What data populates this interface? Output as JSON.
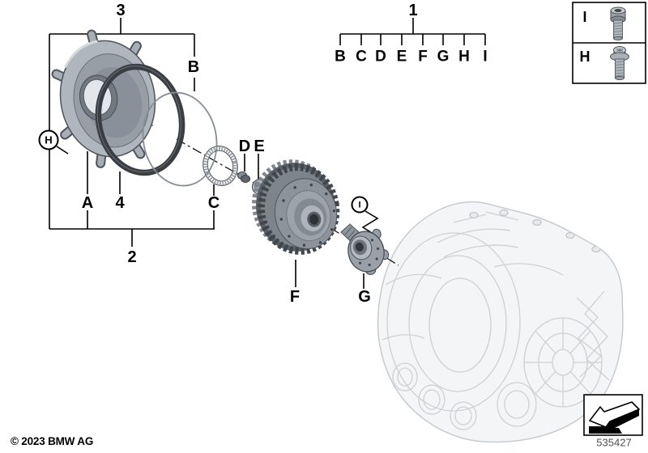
{
  "legend_tree": {
    "root_label": "1",
    "items": [
      "B",
      "C",
      "D",
      "E",
      "F",
      "G",
      "H",
      "I"
    ]
  },
  "callouts": {
    "three": "3",
    "two": "2",
    "four": "4",
    "a": "A",
    "b": "B",
    "c": "C",
    "d": "D",
    "e": "E",
    "f": "F",
    "g": "G",
    "h_circled": "H",
    "i_circled": "I"
  },
  "fastener_panel": {
    "rows": [
      {
        "label": "I",
        "icon": "socket-head-screw-icon"
      },
      {
        "label": "H",
        "icon": "flange-bolt-icon"
      }
    ]
  },
  "direction_box": {
    "icon": "direction-arrow-icon"
  },
  "footer": {
    "copyright": "© 2023 BMW AG",
    "drawing_number": "535427"
  },
  "colors": {
    "line": "#000000",
    "drawing_number_text": "#4d4f52",
    "ghost_stroke": "#c6cbd1",
    "ghost_fill": "#f4f5f7",
    "metal_mid": "#9aa0a8",
    "metal_dark": "#555b62",
    "oring": "#3a3e43"
  }
}
